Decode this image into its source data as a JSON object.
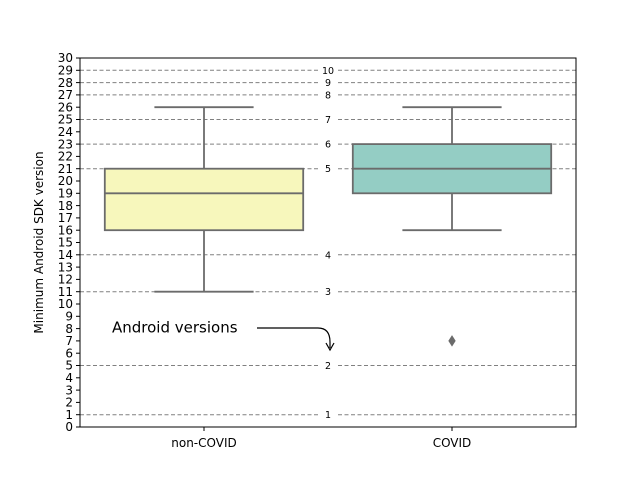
{
  "chart_data": {
    "type": "box",
    "title": "",
    "xlabel": "",
    "ylabel": "Minimum Android SDK version",
    "ylim": [
      0,
      30
    ],
    "y_ticks": [
      0,
      1,
      2,
      3,
      4,
      5,
      6,
      7,
      8,
      9,
      10,
      11,
      12,
      13,
      14,
      15,
      16,
      17,
      18,
      19,
      20,
      21,
      22,
      23,
      24,
      25,
      26,
      27,
      28,
      29,
      30
    ],
    "categories": [
      "non-COVID",
      "COVID"
    ],
    "boxes": [
      {
        "category": "non-COVID",
        "whisker_low": 11,
        "q1": 16,
        "median": 19,
        "q3": 21,
        "whisker_high": 26,
        "outliers": [],
        "color": "#f7f7bc"
      },
      {
        "category": "COVID",
        "whisker_low": 16,
        "q1": 19,
        "median": 21,
        "q3": 23,
        "whisker_high": 26,
        "outliers": [
          7
        ],
        "color": "#94cdc4"
      }
    ],
    "reference_lines": [
      {
        "y": 1,
        "label": "1"
      },
      {
        "y": 5,
        "label": "2"
      },
      {
        "y": 11,
        "label": "3"
      },
      {
        "y": 14,
        "label": "4"
      },
      {
        "y": 21,
        "label": "5"
      },
      {
        "y": 23,
        "label": "6"
      },
      {
        "y": 25,
        "label": "7"
      },
      {
        "y": 27,
        "label": "8"
      },
      {
        "y": 28,
        "label": "9"
      },
      {
        "y": 29,
        "label": "10"
      }
    ],
    "annotation": {
      "text": "Android versions"
    },
    "grid": false,
    "legend": "none"
  }
}
